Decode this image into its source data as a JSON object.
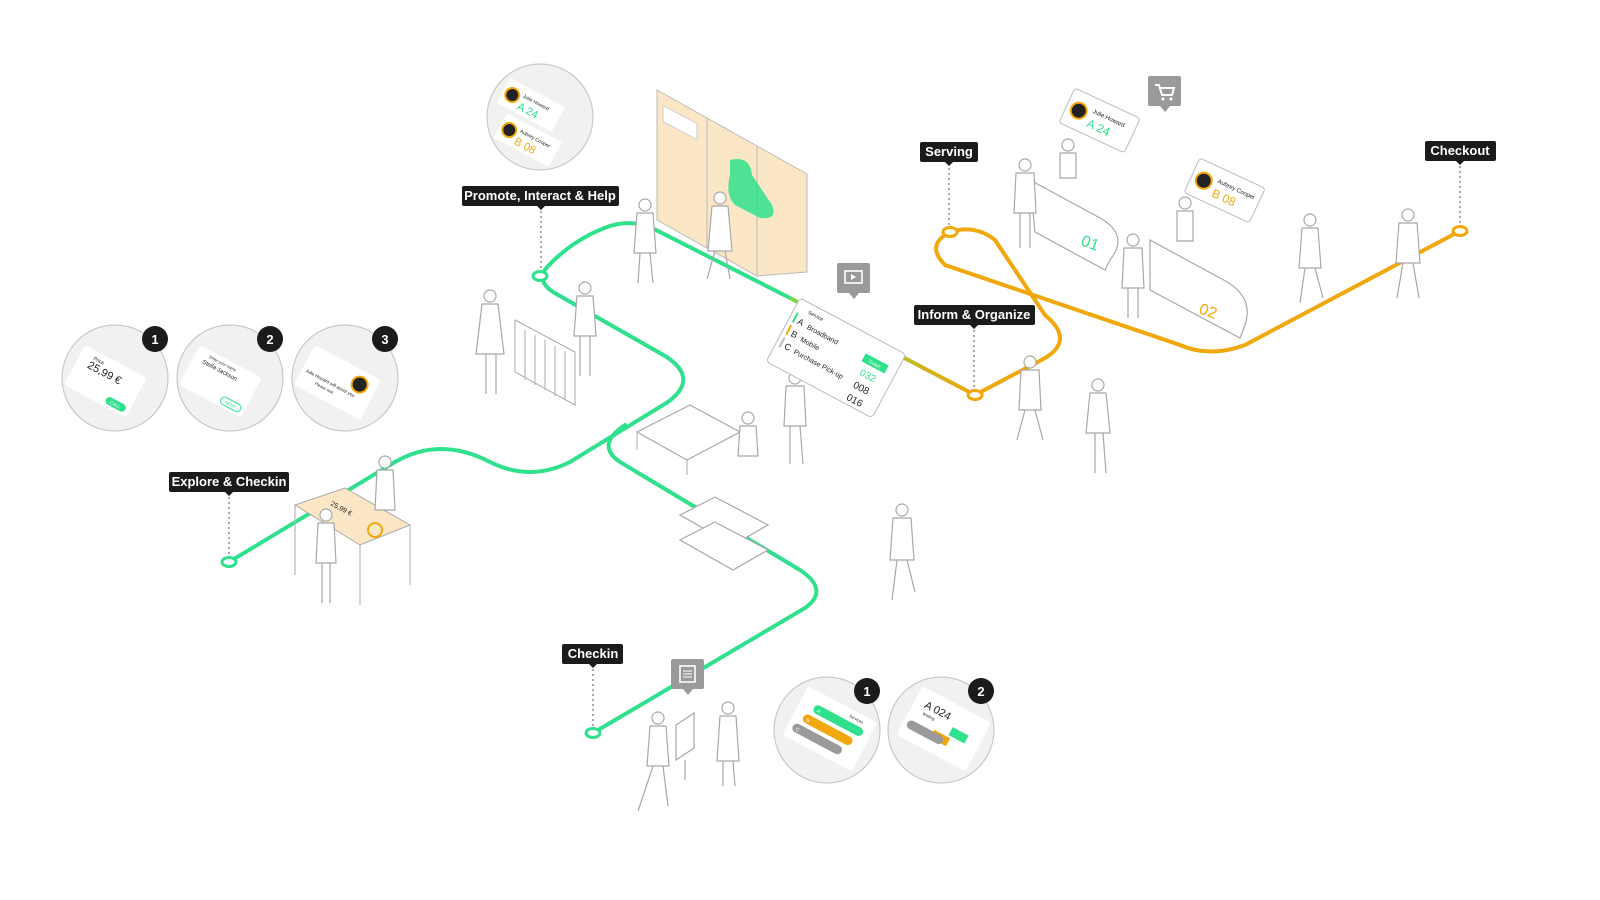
{
  "colors": {
    "green": "#2fe08c",
    "yellow": "#f0a80c",
    "label_bg": "#1b1b1b",
    "grey_icon": "#9a9a9a",
    "panel_beige": "#fbe6c6"
  },
  "stages": {
    "promote": "Promote, Interact & Help",
    "serving": "Serving",
    "checkout": "Checkout",
    "inform": "Inform & Organize",
    "explore": "Explore & Checkin",
    "checkin": "Checkin"
  },
  "icons": {
    "cart": "cart-icon",
    "play": "play-icon",
    "list": "list-icon"
  },
  "promote_bubble": {
    "entries": [
      {
        "name": "Julie Howard",
        "ticket": "A 24"
      },
      {
        "name": "Aubrey Cooper",
        "ticket": "B 08"
      }
    ]
  },
  "serving_signs": [
    {
      "name": "Julie Howard",
      "ticket": "A 24"
    },
    {
      "name": "Aubrey Cooper",
      "ticket": "B 08"
    }
  ],
  "counters": [
    "01",
    "02"
  ],
  "info_board": {
    "title": "Service",
    "ticket_header": "Ticket",
    "rows": [
      {
        "letter": "A",
        "service": "Broadband",
        "ticket": "032"
      },
      {
        "letter": "B",
        "service": "Mobile",
        "ticket": "008"
      },
      {
        "letter": "C",
        "service": "Purchase Pick-up",
        "ticket": "016"
      }
    ]
  },
  "explore_steps": [
    {
      "number": "1",
      "label": "Price",
      "value": "25,99 €",
      "button": "CALL"
    },
    {
      "number": "2",
      "label": "Enter your name",
      "value": "Stella Jackson",
      "button": "NEXT"
    },
    {
      "number": "3",
      "value": "Julie Howard will assist you",
      "label": "Please wait"
    }
  ],
  "checkin_steps": [
    {
      "number": "1",
      "label": "Services",
      "options": [
        "A",
        "B",
        "C"
      ]
    },
    {
      "number": "2",
      "ticket": "A 024",
      "label": "Waiting"
    }
  ],
  "table_price": "25,99 €"
}
